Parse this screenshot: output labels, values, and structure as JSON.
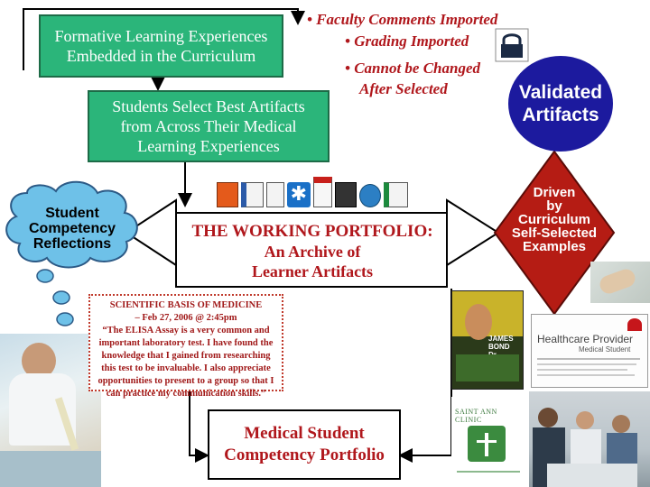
{
  "formative_box": {
    "line1": "Formative Learning Experiences",
    "line2": "Embedded in the Curriculum"
  },
  "select_box": {
    "line1": "Students Select Best Artifacts",
    "line2": "from Across Their Medical",
    "line3": "Learning Experiences"
  },
  "bullets": [
    "• Faculty Comments Imported",
    "• Grading Imported",
    "• Cannot be Changed",
    "After Selected"
  ],
  "validated": {
    "line1": "Validated",
    "line2": "Artifacts"
  },
  "reflections": {
    "line1": "Student",
    "line2": "Competency",
    "line3": "Reflections"
  },
  "working_portfolio": {
    "title": "THE WORKING PORTFOLIO:",
    "line2": "An Archive of",
    "line3": "Learner Artifacts"
  },
  "driven": {
    "line1": "Driven",
    "line2": "by",
    "line3": "Curriculum",
    "line4": "Self-Selected",
    "line5": "Examples"
  },
  "quote": {
    "line1": "SCIENTIFIC BASIS OF MEDICINE",
    "line2": "– Feb 27, 2006 @ 2:45pm",
    "line3": "“The ELISA Assay is a very common and",
    "line4": "important laboratory test. I have found the",
    "line5": "knowledge that I gained from researching",
    "line6": "this test to be invaluable. I also appreciate",
    "line7": "opportunities to present to a group so that I",
    "line8": "can practice my communication skills.”"
  },
  "final_portfolio": {
    "line1": "Medical Student",
    "line2": "Competency Portfolio"
  },
  "clinic": {
    "name": "SAINT ANN CLINIC"
  },
  "healthcare": {
    "title": "Healthcare Provider",
    "subtitle": "Medical Student"
  },
  "movie": {
    "line1": "JAMES",
    "line2": "BOND",
    "line3": "Dr. KNOW"
  },
  "colors": {
    "green": "#2bb57a",
    "blue": "#1c1a9e",
    "red": "#b0171c",
    "diamond": "#b51c14"
  }
}
